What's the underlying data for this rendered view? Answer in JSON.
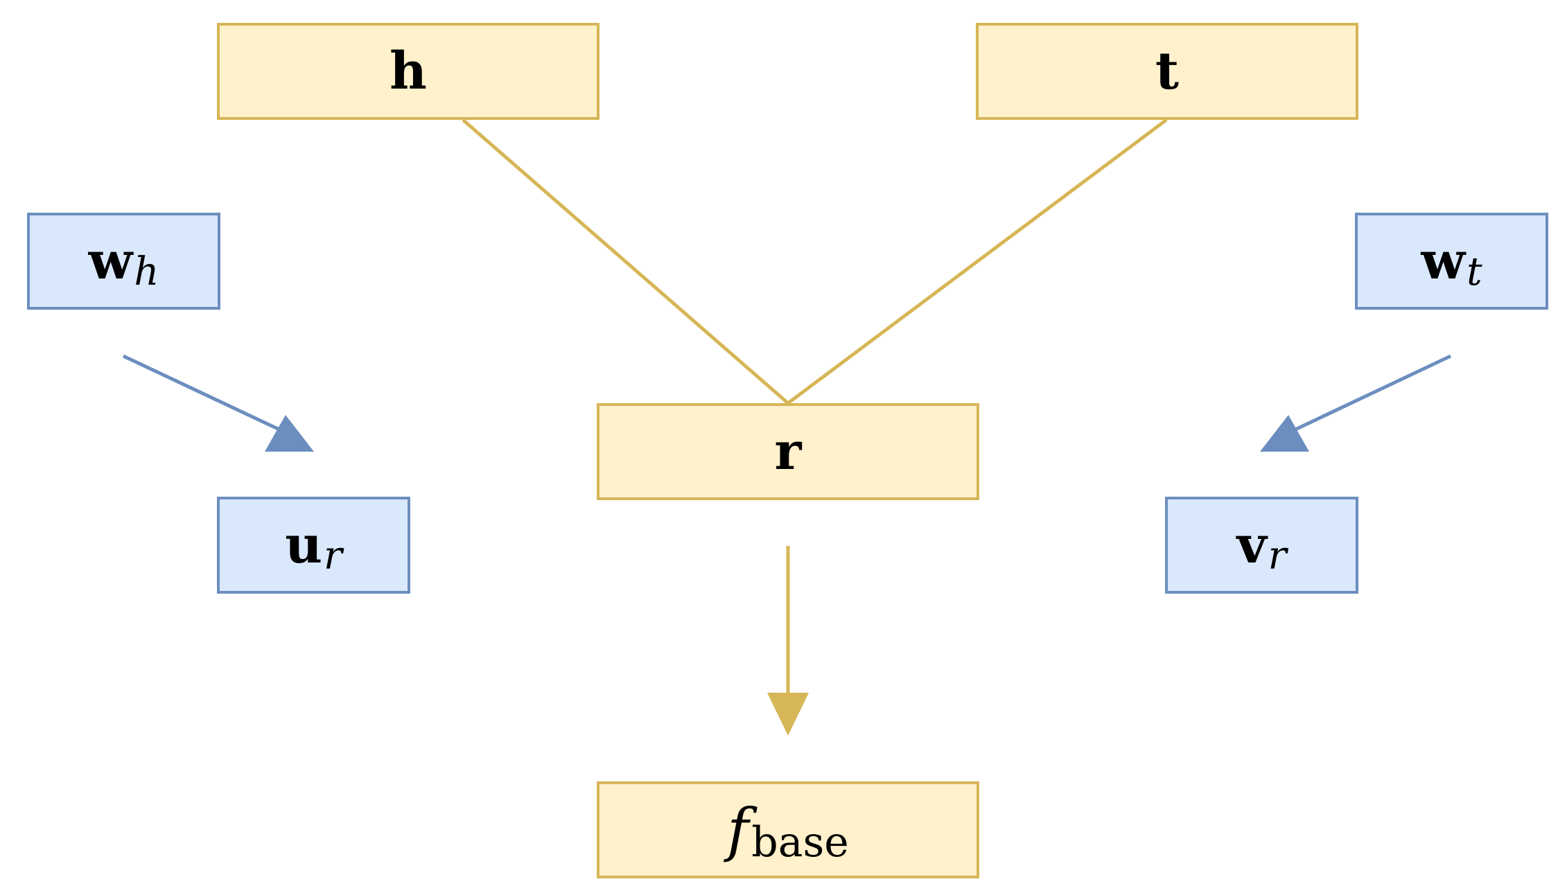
{
  "colors": {
    "yellow_fill": "#fff1cc",
    "yellow_stroke": "#d6b656",
    "blue_fill": "#dae8fc",
    "blue_stroke": "#6c8ebf"
  },
  "nodes": {
    "h": {
      "symbol": "h"
    },
    "t": {
      "symbol": "t"
    },
    "w_h": {
      "symbol": "w",
      "subscript": "h"
    },
    "w_t": {
      "symbol": "w",
      "subscript": "t"
    },
    "r": {
      "symbol": "r"
    },
    "u_r": {
      "symbol": "u",
      "subscript": "r"
    },
    "v_r": {
      "symbol": "v",
      "subscript": "r"
    },
    "f_base": {
      "symbol": "f",
      "subscript": "base"
    }
  },
  "edges": [
    {
      "from": "h",
      "to": "r",
      "style": "line",
      "color": "yellow"
    },
    {
      "from": "t",
      "to": "r",
      "style": "line",
      "color": "yellow"
    },
    {
      "from": "w_h",
      "to": "u_r",
      "style": "arrow",
      "color": "blue"
    },
    {
      "from": "w_t",
      "to": "v_r",
      "style": "arrow",
      "color": "blue"
    },
    {
      "from": "r",
      "to": "f_base",
      "style": "arrow",
      "color": "yellow"
    }
  ]
}
